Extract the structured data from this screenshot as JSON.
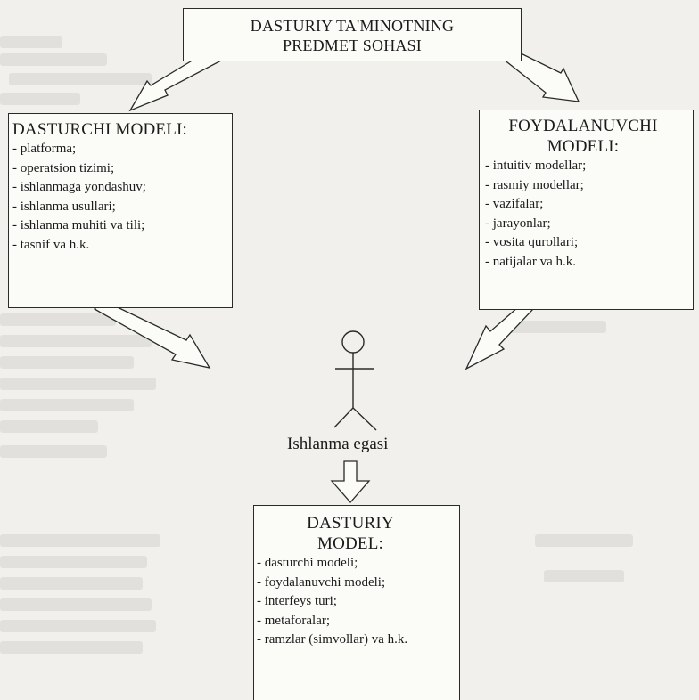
{
  "top_box": {
    "line1": "DASTURIY TA'MINOTNING",
    "line2": "PREDMET SOHASI"
  },
  "developer_box": {
    "title": "DASTURCHI MODELI:",
    "items": [
      "- platforma;",
      "- operatsion tizimi;",
      "- ishlanmaga yondashuv;",
      "- ishlanma usullari;",
      "- ishlanma muhiti va tili;",
      "- tasnif va h.k."
    ]
  },
  "user_box": {
    "title_line1": "FOYDALANUVCHI",
    "title_line2": "MODELI:",
    "items": [
      "- intuitiv modellar;",
      "- rasmiy modellar;",
      "- vazifalar;",
      "- jarayonlar;",
      "- vosita qurollari;",
      "- natijalar va h.k."
    ]
  },
  "actor": {
    "label": "Ishlanma egasi"
  },
  "model_box": {
    "title_line1": "DASTURIY",
    "title_line2": "MODEL:",
    "items": [
      "- dasturchi modeli;",
      "- foydalanuvchi modeli;",
      "- interfeys turi;",
      "- metaforalar;",
      "- ramzlar (simvollar) va h.k."
    ]
  }
}
